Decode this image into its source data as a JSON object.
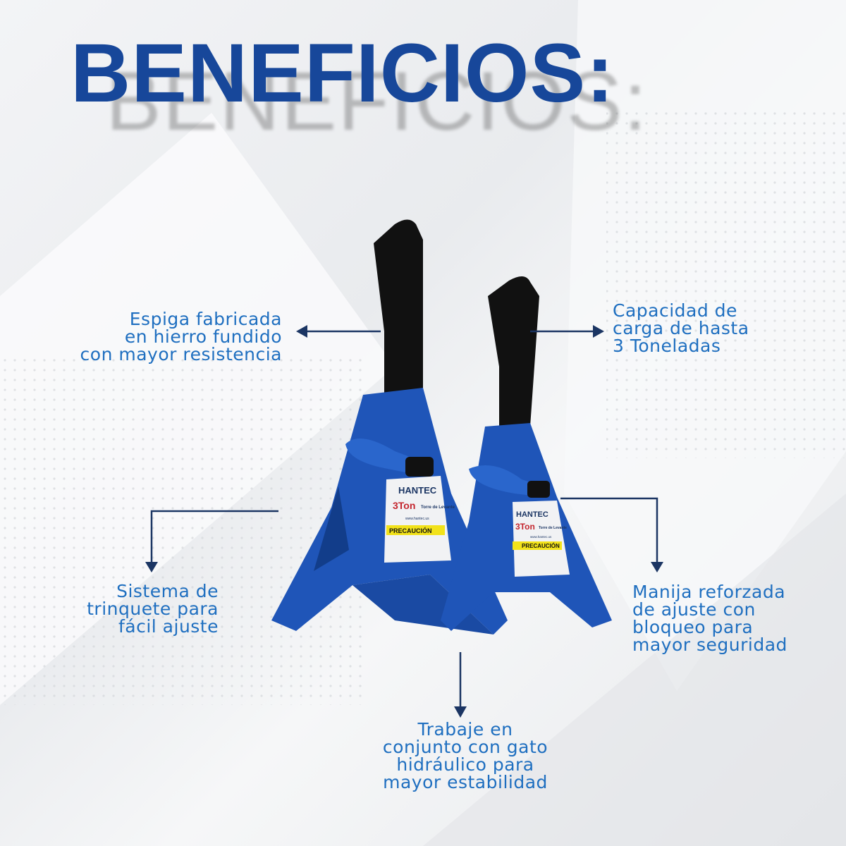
{
  "title": "BENEFICIOS:",
  "colors": {
    "title": "#17479a",
    "label_text": "#1f6fc0",
    "arrows": "#1b3563",
    "jack_blue": "#1f55b8",
    "post_black": "#111111"
  },
  "product": {
    "brand": "HANTEC",
    "capacity": "3Ton",
    "name": "Torre de Levante",
    "url": "www.hantec.us",
    "warning": "PRECAUCIÓN"
  },
  "features": [
    {
      "id": "espiga",
      "lines": [
        "Espiga fabricada",
        "en hierro fundido",
        "con mayor resistencia"
      ]
    },
    {
      "id": "capacidad",
      "lines": [
        "Capacidad de",
        "carga de hasta",
        "3 Toneladas"
      ]
    },
    {
      "id": "trinquete",
      "lines": [
        "Sistema de",
        "trinquete para",
        "fácil ajuste"
      ]
    },
    {
      "id": "manija",
      "lines": [
        "Manija reforzada",
        "de ajuste con",
        "bloqueo para",
        "mayor seguridad"
      ]
    },
    {
      "id": "gato",
      "lines": [
        "Trabaje en",
        "conjunto con gato",
        "hidráulico para",
        "mayor estabilidad"
      ]
    }
  ]
}
